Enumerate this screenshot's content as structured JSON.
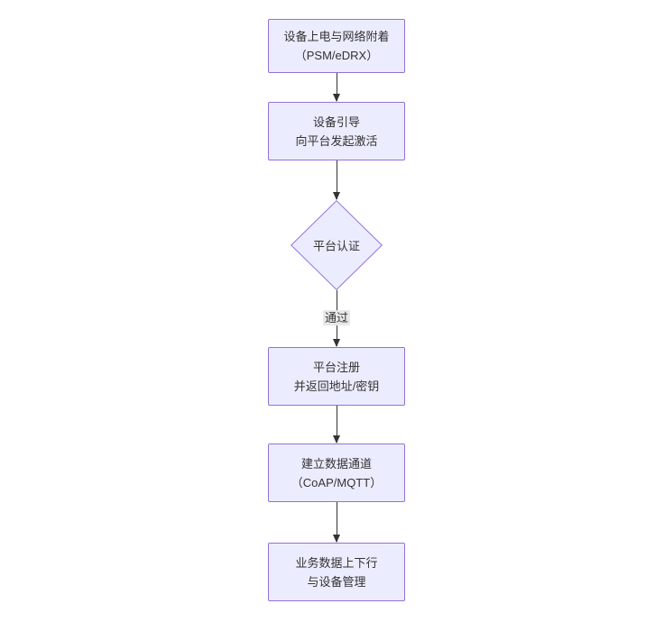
{
  "diagram": {
    "type": "flowchart-top-down",
    "colors": {
      "node_fill": "#ECECFF",
      "node_border": "#9370DB",
      "arrow": "#333333",
      "edge_label_bg": "#e8e8e8",
      "text": "#333333",
      "background": "#ffffff"
    },
    "nodes": [
      {
        "id": "power-network-attach",
        "shape": "rect",
        "lines": [
          "设备上电与网络附着",
          "（PSM/eDRX）"
        ]
      },
      {
        "id": "device-bootstrap",
        "shape": "rect",
        "lines": [
          "设备引导",
          "向平台发起激活"
        ]
      },
      {
        "id": "platform-auth",
        "shape": "diamond",
        "lines": [
          "平台认证"
        ]
      },
      {
        "id": "platform-register",
        "shape": "rect",
        "lines": [
          "平台注册",
          "并返回地址/密钥"
        ]
      },
      {
        "id": "data-channel",
        "shape": "rect",
        "lines": [
          "建立数据通道",
          "（CoAP/MQTT）"
        ]
      },
      {
        "id": "business-data",
        "shape": "rect",
        "lines": [
          "业务数据上下行",
          "与设备管理"
        ]
      }
    ],
    "edges": [
      {
        "from": "power-network-attach",
        "to": "device-bootstrap",
        "label": ""
      },
      {
        "from": "device-bootstrap",
        "to": "platform-auth",
        "label": ""
      },
      {
        "from": "platform-auth",
        "to": "platform-register",
        "label": "通过"
      },
      {
        "from": "platform-register",
        "to": "data-channel",
        "label": ""
      },
      {
        "from": "data-channel",
        "to": "business-data",
        "label": ""
      }
    ]
  }
}
